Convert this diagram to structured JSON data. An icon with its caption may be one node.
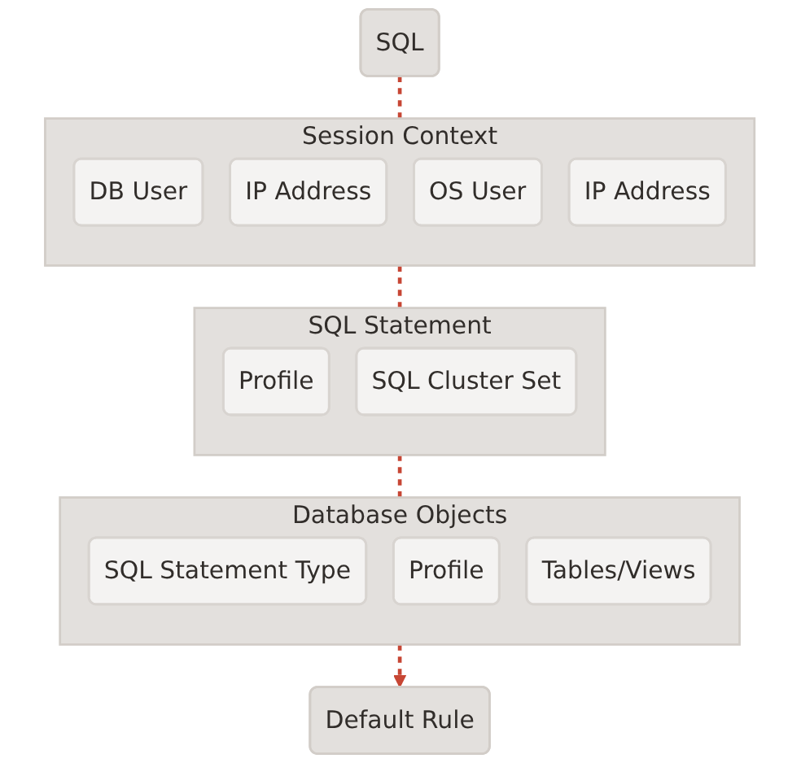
{
  "diagram": {
    "nodes": [
      {
        "text": [
          "SQL"
        ]
      },
      {
        "text": [
          "Session Context"
        ]
      },
      {
        "text": [
          "DB User"
        ],
        "in": 1
      },
      {
        "text": [
          "IP Address"
        ],
        "in": 1
      },
      {
        "text": [
          "OS User"
        ],
        "in": 1
      },
      {
        "text": [
          "IP Address"
        ],
        "in": 1
      },
      {
        "text": [
          "SQL Statement"
        ]
      },
      {
        "text": [
          "Profile"
        ],
        "in": 6
      },
      {
        "text": [
          "SQL Cluster Set"
        ],
        "in": 6
      },
      {
        "text": [
          "Database Objects"
        ]
      },
      {
        "text": [
          "SQL Statement Type"
        ],
        "in": 9
      },
      {
        "text": [
          "Profile"
        ],
        "in": 9
      },
      {
        "text": [
          "Tables/Views"
        ],
        "in": 9
      },
      {
        "text": [
          "Default Rule"
        ]
      }
    ],
    "edges": [
      {
        "from": 0,
        "to": 1,
        "arrow": "none",
        "style": "dashed"
      },
      {
        "from": 1,
        "to": 6,
        "arrow": "none",
        "style": "dashed"
      },
      {
        "from": 6,
        "to": 9,
        "arrow": "none",
        "style": "dashed"
      },
      {
        "from": 9,
        "to": 13,
        "arrow": "to",
        "style": "dashed"
      }
    ]
  }
}
